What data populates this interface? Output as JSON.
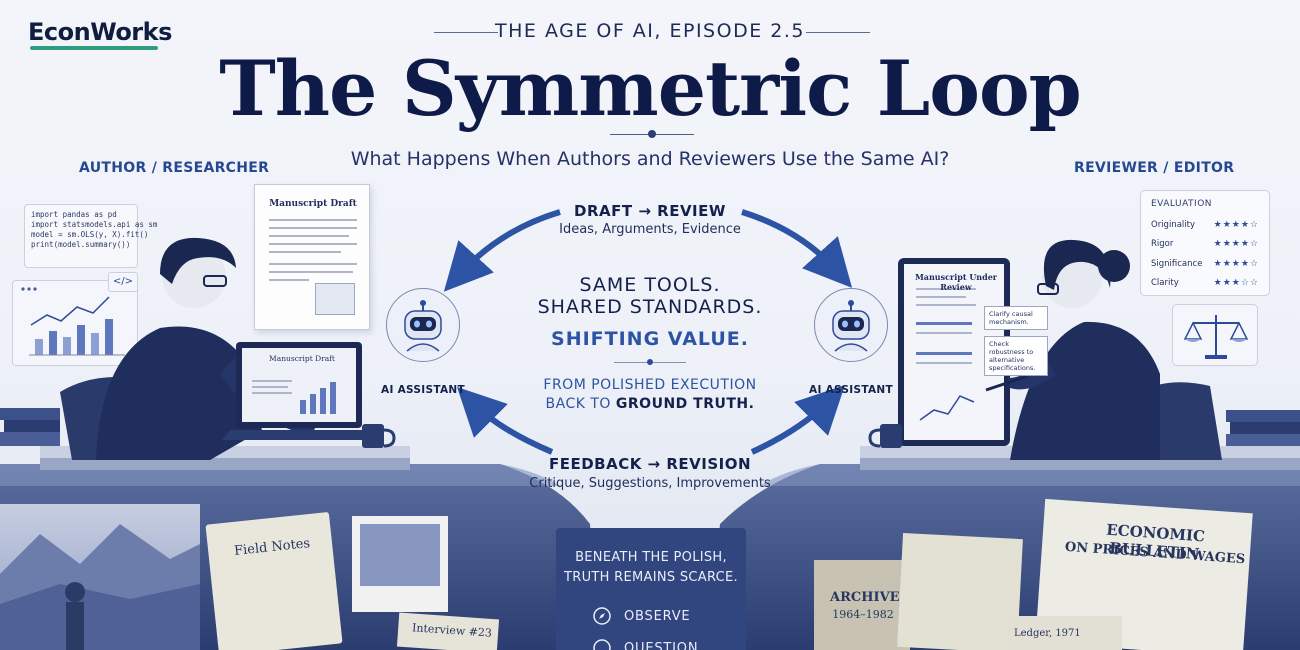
{
  "brand": {
    "name": "EconWorks",
    "accent_color": "#2f9c82"
  },
  "header": {
    "eyebrow": "THE AGE OF AI, EPISODE 2.5",
    "title": "The Symmetric Loop",
    "subtitle": "What Happens When Authors and Reviewers Use the Same AI?"
  },
  "left": {
    "heading": "AUTHOR / RESEARCHER",
    "code_lines": [
      "import pandas as pd",
      "import statsmodels.api as sm",
      "model = sm.OLS(y, X).fit()",
      "print(model.summary())"
    ],
    "code_icon": "</>",
    "doc_title": "Manuscript Draft",
    "laptop_title": "Manuscript Draft",
    "ai_label": "AI ASSISTANT"
  },
  "right": {
    "heading": "REVIEWER / EDITOR",
    "evaluation": {
      "heading": "EVALUATION",
      "rows": [
        {
          "label": "Originality",
          "stars": "★★★★☆"
        },
        {
          "label": "Rigor",
          "stars": "★★★★☆"
        },
        {
          "label": "Significance",
          "stars": "★★★★☆"
        },
        {
          "label": "Clarity",
          "stars": "★★★☆☆"
        }
      ]
    },
    "tablet_title": "Manuscript Under Review",
    "comments": [
      "Clarify causal mechanism.",
      "Check robustness to alternative specifications."
    ],
    "ai_label": "AI ASSISTANT"
  },
  "cycle": {
    "top_label": "DRAFT → REVIEW",
    "top_sub": "Ideas, Arguments, Evidence",
    "bottom_label": "FEEDBACK → REVISION",
    "bottom_sub": "Critique, Suggestions, Improvements",
    "arrow_color": "#2d53a4"
  },
  "center": {
    "line1": "SAME TOOLS.",
    "line2": "SHARED STANDARDS.",
    "line3": "SHIFTING VALUE.",
    "line4": "FROM POLISHED EXECUTION",
    "line5_prefix": "BACK TO ",
    "line5_emphasis": "GROUND TRUTH."
  },
  "lower": {
    "beneath_line1": "BENEATH THE POLISH,",
    "beneath_line2": "TRUTH REMAINS SCARCE.",
    "items": [
      "OBSERVE",
      "QUESTION"
    ],
    "field_notes": "Field Notes",
    "interview": "Interview #23",
    "archive_title": "ARCHIVE",
    "archive_years": "1964–1982",
    "ledger": "Ledger, 1971",
    "bulletin_line1": "ECONOMIC BULLETIN",
    "bulletin_line2": "ON PRICES AND WAGES"
  }
}
